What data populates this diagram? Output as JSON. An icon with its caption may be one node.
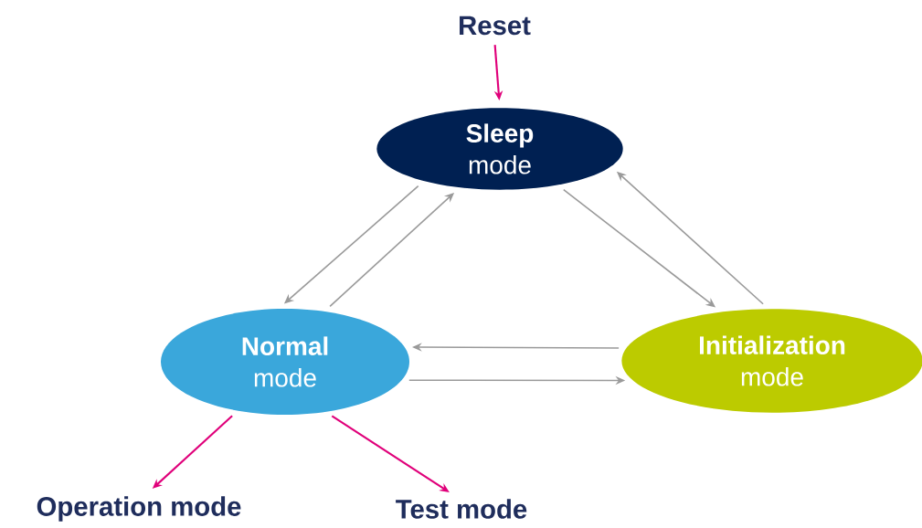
{
  "diagram": {
    "nodes": [
      {
        "text": [
          "Reset"
        ]
      },
      {
        "text": [
          "Sleep",
          "mode"
        ]
      },
      {
        "text": [
          "Normal",
          "mode"
        ]
      },
      {
        "text": [
          "Initialization",
          "mode"
        ]
      },
      {
        "text": [
          "Operation mode"
        ]
      },
      {
        "text": [
          "Test mode"
        ]
      }
    ],
    "edges": [
      {
        "from": 0,
        "to": 1,
        "arrow": "to",
        "color": "#e0007a"
      },
      {
        "from": 1,
        "to": 2,
        "arrow": "to"
      },
      {
        "from": 2,
        "to": 1,
        "arrow": "to"
      },
      {
        "from": 1,
        "to": 3,
        "arrow": "to"
      },
      {
        "from": 3,
        "to": 1,
        "arrow": "to"
      },
      {
        "from": 3,
        "to": 2,
        "arrow": "to"
      },
      {
        "from": 2,
        "to": 3,
        "arrow": "to"
      },
      {
        "from": 2,
        "to": 4,
        "arrow": "to",
        "color": "#e0007a"
      },
      {
        "from": 2,
        "to": 5,
        "arrow": "to",
        "color": "#e0007a"
      }
    ]
  }
}
